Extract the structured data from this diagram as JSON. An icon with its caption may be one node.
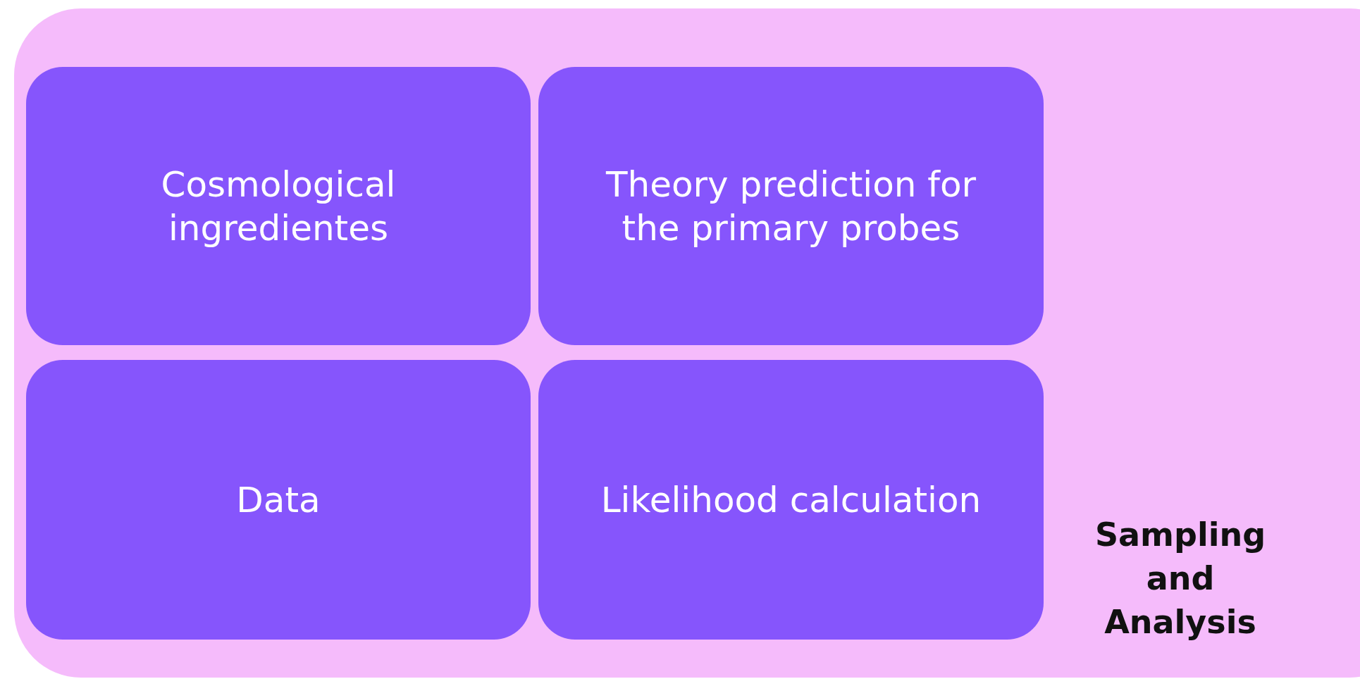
{
  "diagram": {
    "nodes": [
      {
        "text": [
          "Sampling and Analysis"
        ]
      },
      {
        "text": [
          "Cosmological ingredientes"
        ],
        "in": 0
      },
      {
        "text": [
          "Theory prediction for the primary probes"
        ],
        "in": 0
      },
      {
        "text": [
          "Data"
        ],
        "in": 0
      },
      {
        "text": [
          "Likelihood calculation"
        ],
        "in": 0
      }
    ]
  }
}
